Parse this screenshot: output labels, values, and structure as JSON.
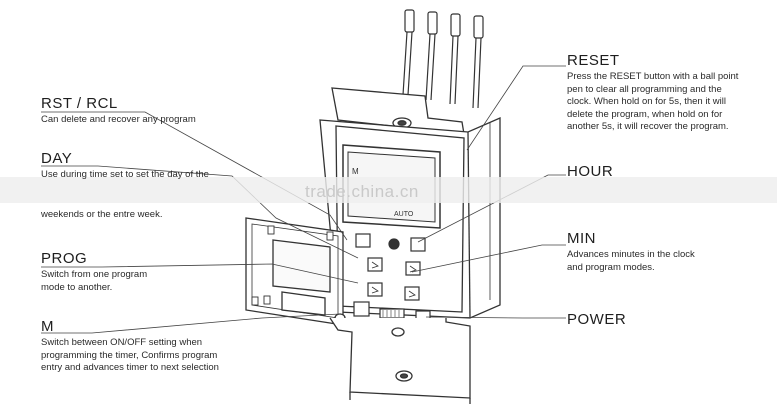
{
  "labels": {
    "rst_rcl": {
      "title": "RST / RCL",
      "desc": [
        "Can delete and recover any program"
      ]
    },
    "day": {
      "title": "DAY",
      "desc": [
        "Use during time set to set the day of the",
        "weekends or the entre week."
      ]
    },
    "prog": {
      "title": "PROG",
      "desc": [
        "Switch from one program",
        "mode to another."
      ]
    },
    "m": {
      "title": "M",
      "desc": [
        "Switch between ON/OFF setting when",
        "programming  the timer, Confirms program",
        "entry and advances timer to next selection"
      ]
    },
    "reset": {
      "title": "RESET",
      "desc": [
        "Press the RESET button with a ball point",
        "pen to clear all programming and the",
        "clock. When hold on for 5s, then it will",
        "delete the program, when hold on for",
        "another 5s, it will recover the program."
      ]
    },
    "hour": {
      "title": "HOUR",
      "desc": []
    },
    "min": {
      "title": "MIN",
      "desc": [
        "Advances minutes in the clock",
        "and program modes."
      ]
    },
    "power": {
      "title": "POWER",
      "desc": []
    }
  },
  "display": {
    "mode_char": "M",
    "auto_text": "AUTO"
  },
  "watermark": "trade.china.cn"
}
